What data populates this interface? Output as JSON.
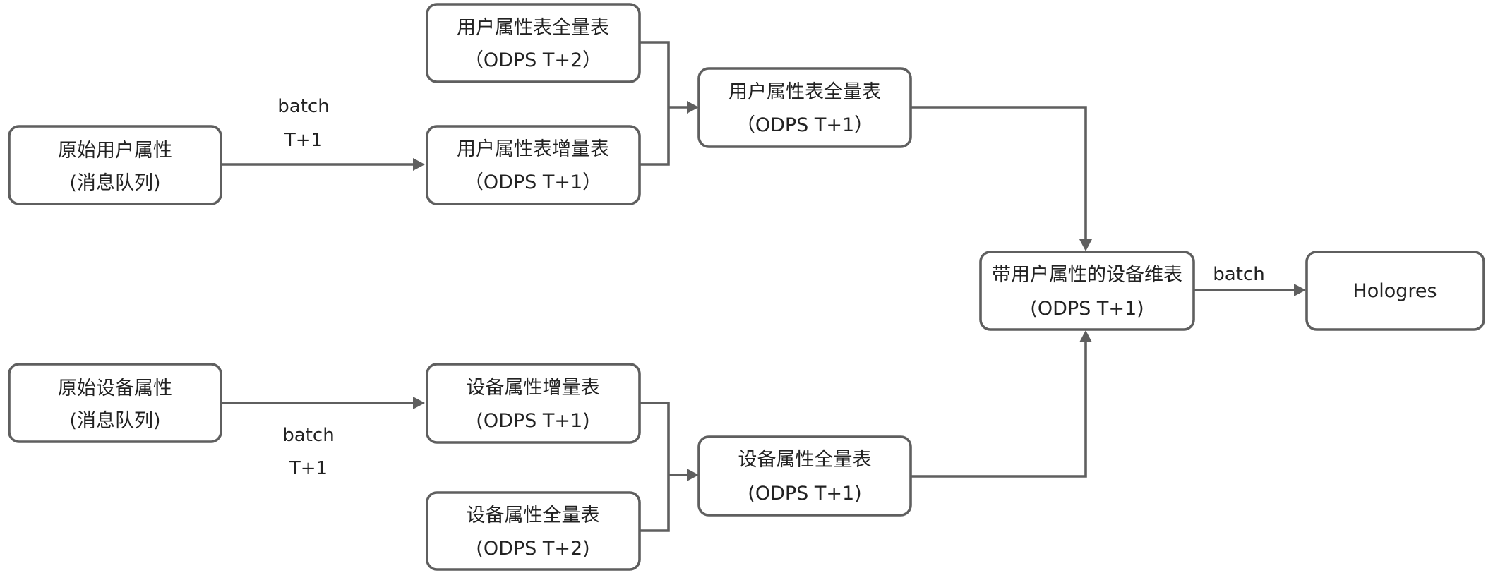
{
  "nodes": {
    "raw_user_attr": {
      "line1": "原始用户属性",
      "line2": "(消息队列)"
    },
    "user_attr_full_t2": {
      "line1": "用户属性表全量表",
      "line2": "（ODPS T+2）"
    },
    "user_attr_incr": {
      "line1": "用户属性表增量表",
      "line2": "（ODPS T+1）"
    },
    "user_attr_full_t1": {
      "line1": "用户属性表全量表",
      "line2": "（ODPS T+1）"
    },
    "device_dim": {
      "line1": "带用户属性的设备维表",
      "line2": "(ODPS T+1)"
    },
    "hologres": {
      "line1": "Hologres"
    },
    "raw_device_attr": {
      "line1": "原始设备属性",
      "line2": "(消息队列)"
    },
    "device_attr_incr": {
      "line1": "设备属性增量表",
      "line2": "(ODPS T+1)"
    },
    "device_attr_full_t1": {
      "line1": "设备属性全量表",
      "line2": "(ODPS T+1)"
    },
    "device_attr_full_t2": {
      "line1": "设备属性全量表",
      "line2": "(ODPS T+2)"
    }
  },
  "edges": {
    "user_batch": {
      "line1": "batch",
      "line2": "T+1"
    },
    "device_batch": {
      "line1": "batch",
      "line2": "T+1"
    },
    "hologres_batch": {
      "line1": "batch"
    }
  }
}
